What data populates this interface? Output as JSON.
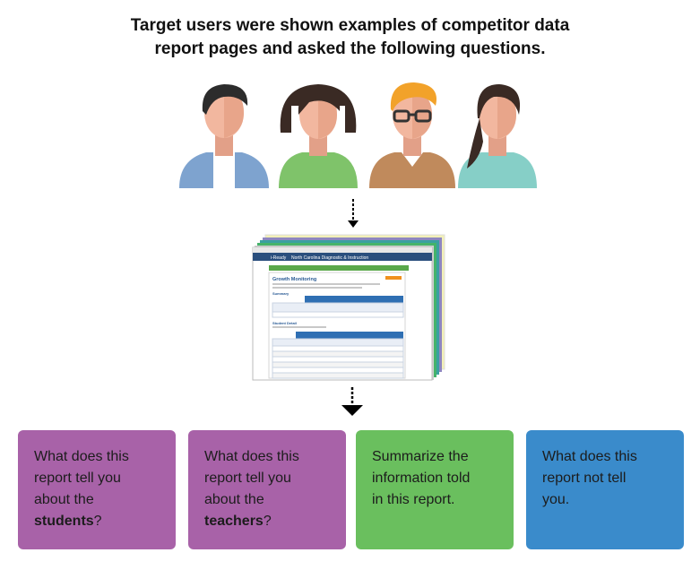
{
  "title": {
    "line1": "Target users were shown examples of competitor data",
    "line2": "report pages and asked the following questions."
  },
  "users": [
    "user-man-blue-shirt",
    "user-woman-green-shirt",
    "user-man-glasses-brown-shirt",
    "user-woman-ponytail-teal-shirt"
  ],
  "report_preview": {
    "header": "Growth Monitoring",
    "section1": "Summary",
    "section2": "Student Detail"
  },
  "questions": [
    {
      "color": "#a862a8",
      "pre": "What does this report tell you about the ",
      "bold": "students",
      "post": "?"
    },
    {
      "color": "#a862a8",
      "pre": "What does this report tell you about the ",
      "bold": "teachers",
      "post": "?"
    },
    {
      "color": "#6abf5e",
      "text": "Summarize the information told in this report."
    },
    {
      "color": "#3a8bcb",
      "text": "What does this report not tell you."
    }
  ],
  "cards": {
    "c1": {
      "l1": "What does this",
      "l2": "report tell you",
      "l3": "about the",
      "bold": "students",
      "post": "?"
    },
    "c2": {
      "l1": "What does this",
      "l2": "report tell you",
      "l3": "about the",
      "bold": "teachers",
      "post": "?"
    },
    "c3": {
      "l1": "Summarize the",
      "l2": "information told",
      "l3": "in this report."
    },
    "c4": {
      "l1": "What does this",
      "l2": "report not tell",
      "l3": "you."
    }
  }
}
